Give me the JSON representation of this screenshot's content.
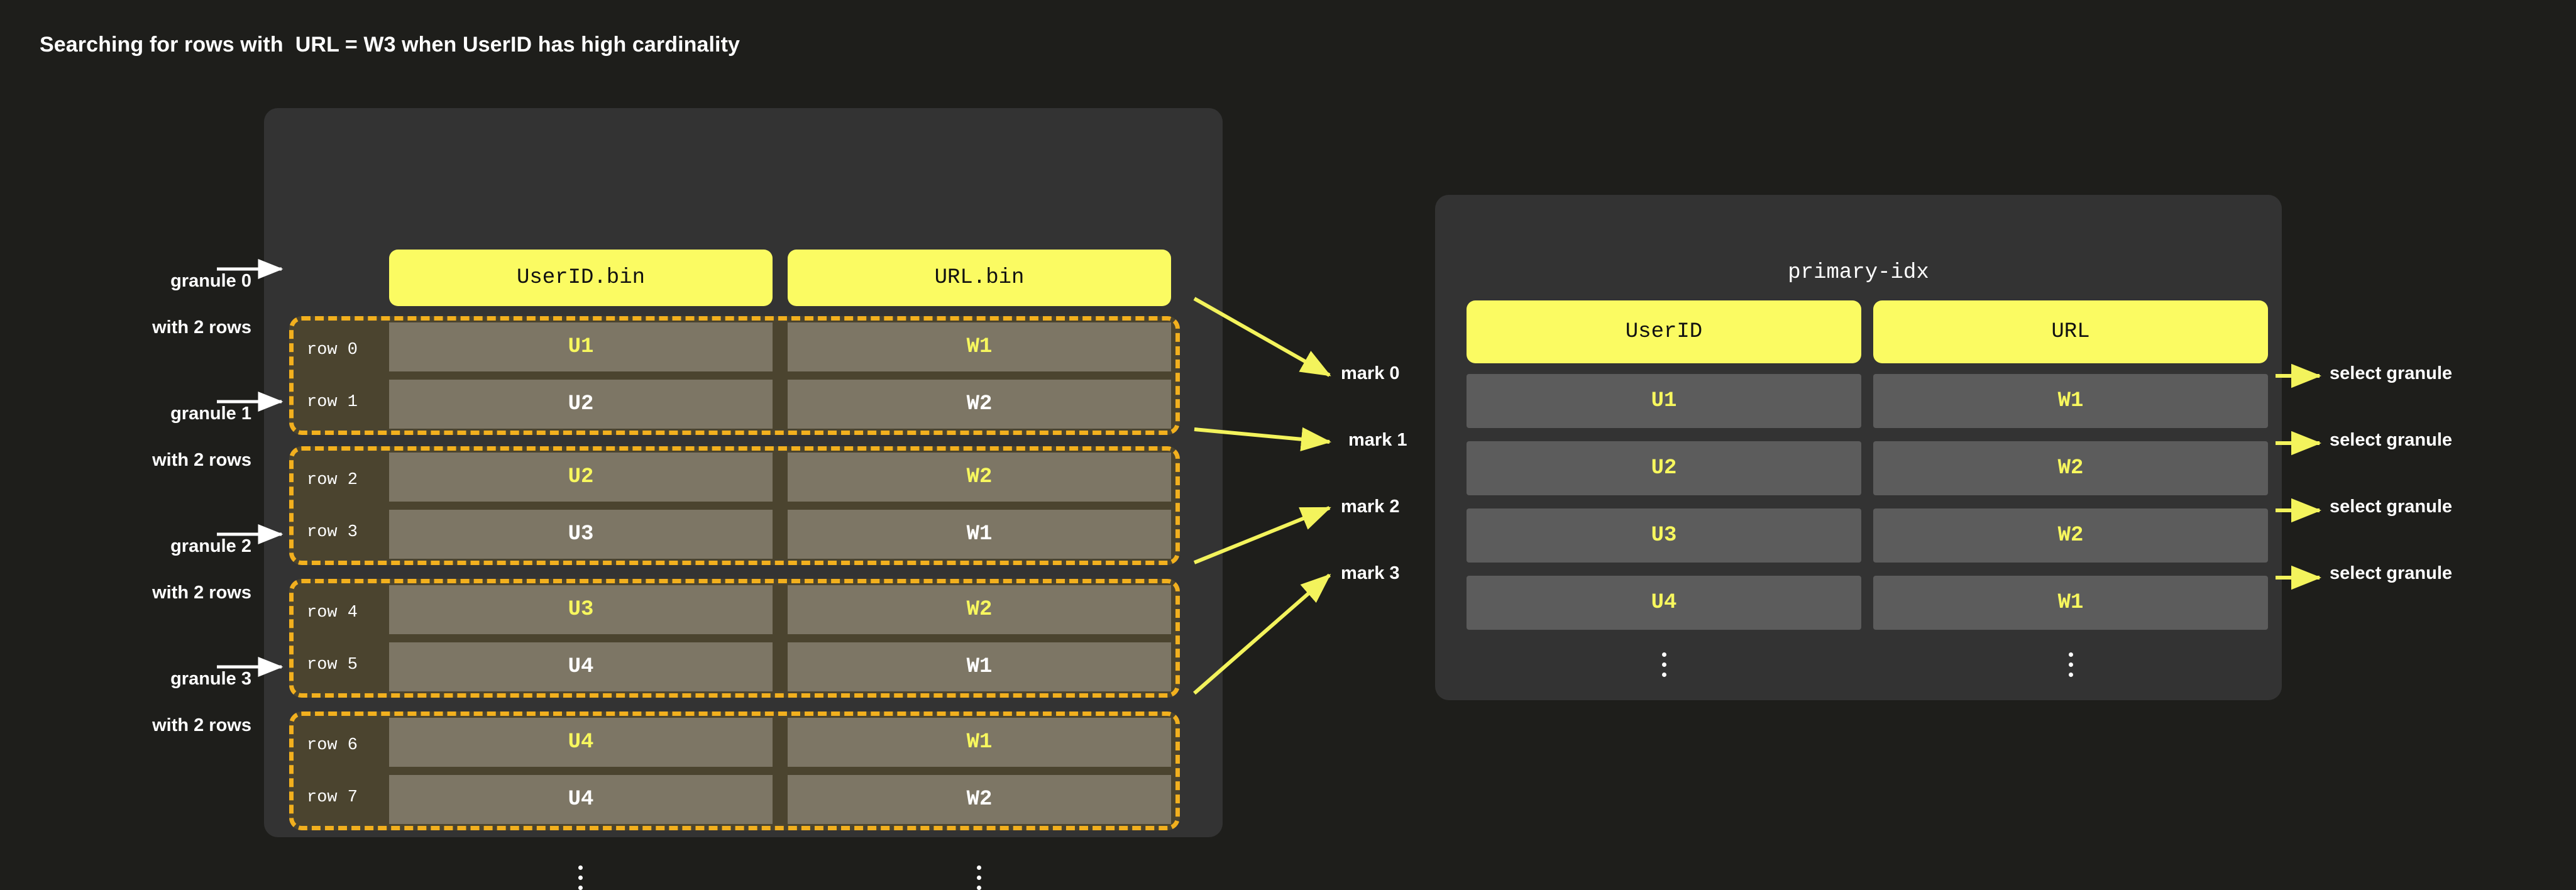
{
  "title": "Searching for rows with  URL = W3 when UserID has high cardinality",
  "colors": {
    "background": "#1e1e1b",
    "panel": "#333333",
    "accent_yellow": "#fbfb62",
    "mark_text": "#f7f75e",
    "granule_border": "#f2b01e",
    "granule_fill": "#4b442f",
    "cell_fill": "#7d7665",
    "index_cell_fill": "#5c5c5c",
    "arrow_yellow": "#f3f35c",
    "arrow_white": "#ffffff",
    "text": "#ffffff"
  },
  "data_panel": {
    "columns": [
      {
        "header": "UserID.bin"
      },
      {
        "header": "URL.bin"
      }
    ],
    "rows": [
      {
        "label": "row 0",
        "userid": "U1",
        "url": "W1",
        "is_mark": true
      },
      {
        "label": "row 1",
        "userid": "U2",
        "url": "W2",
        "is_mark": false
      },
      {
        "label": "row 2",
        "userid": "U2",
        "url": "W2",
        "is_mark": true
      },
      {
        "label": "row 3",
        "userid": "U3",
        "url": "W1",
        "is_mark": false
      },
      {
        "label": "row 4",
        "userid": "U3",
        "url": "W2",
        "is_mark": true
      },
      {
        "label": "row 5",
        "userid": "U4",
        "url": "W1",
        "is_mark": false
      },
      {
        "label": "row 6",
        "userid": "U4",
        "url": "W1",
        "is_mark": true
      },
      {
        "label": "row 7",
        "userid": "U4",
        "url": "W2",
        "is_mark": false
      }
    ],
    "ellipsis": "⋮"
  },
  "granule_annotations": [
    {
      "line1": "granule 0",
      "line2": "with 2 rows"
    },
    {
      "line1": "granule 1",
      "line2": "with 2 rows"
    },
    {
      "line1": "granule 2",
      "line2": "with 2 rows"
    },
    {
      "line1": "granule 3",
      "line2": "with 2 rows"
    }
  ],
  "marks": [
    {
      "label": "mark 0"
    },
    {
      "label": "mark 1"
    },
    {
      "label": "mark 2"
    },
    {
      "label": "mark 3"
    }
  ],
  "index_panel": {
    "title": "primary-idx",
    "columns": [
      {
        "header": "UserID"
      },
      {
        "header": "URL"
      }
    ],
    "rows": [
      {
        "userid": "U1",
        "url": "W1"
      },
      {
        "userid": "U2",
        "url": "W2"
      },
      {
        "userid": "U3",
        "url": "W2"
      },
      {
        "userid": "U4",
        "url": "W1"
      }
    ],
    "ellipsis": "⋮"
  },
  "select_labels": [
    {
      "label": "select granule"
    },
    {
      "label": "select granule"
    },
    {
      "label": "select granule"
    },
    {
      "label": "select granule"
    }
  ]
}
